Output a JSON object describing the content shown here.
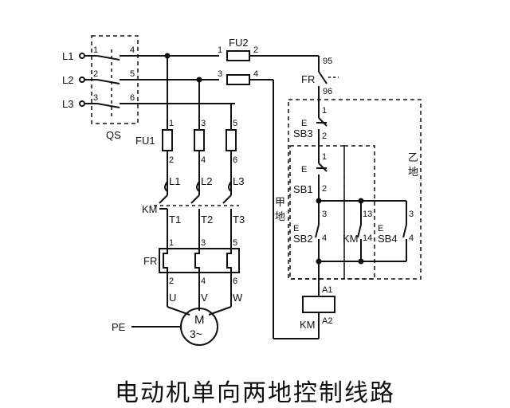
{
  "caption": "电动机单向两地控制线路",
  "labels": {
    "l1": "L1",
    "l2": "L2",
    "l3": "L3",
    "qs": "QS",
    "qs_in1": "1",
    "qs_in2": "2",
    "qs_in3": "3",
    "qs_out4": "4",
    "qs_out5": "5",
    "qs_out6": "6",
    "fu2": "FU2",
    "fu2_1": "1",
    "fu2_2": "2",
    "fu2_3": "3",
    "fu2_4": "4",
    "fr_top": "FR",
    "fr_95": "95",
    "fr_96": "96",
    "fu1": "FU1",
    "fu1_1": "1",
    "fu1_2": "2",
    "fu1_3": "3",
    "fu1_4": "4",
    "fu1_5": "5",
    "fu1_6": "6",
    "km_l1": "L1",
    "km_l2": "L2",
    "km_l3": "L3",
    "km_main": "KM",
    "km_t1": "T1",
    "km_t2": "T2",
    "km_t3": "T3",
    "fr_main": "FR",
    "fr_1": "1",
    "fr_3": "3",
    "fr_5": "5",
    "fr_2": "2",
    "fr_4": "4",
    "fr_6": "6",
    "u": "U",
    "v": "V",
    "w": "W",
    "motor_m": "M",
    "motor_3": "3~",
    "pe": "PE",
    "sb3": "SB3",
    "sb3_1": "1",
    "sb3_2": "2",
    "sb1": "SB1",
    "sb1_1": "1",
    "sb1_2": "2",
    "sb2": "SB2",
    "sb2_3": "3",
    "sb2_4": "4",
    "km_aux": "KM",
    "km_13": "13",
    "km_14": "14",
    "sb4": "SB4",
    "sb4_3": "3",
    "sb4_4": "4",
    "jia": "甲",
    "jia_di": "地",
    "yi": "乙",
    "yi_di": "地",
    "coil_a1": "A1",
    "coil_a2": "A2",
    "coil_km": "KM",
    "e_sb3": "E",
    "e_sb1": "E",
    "e_sb2": "E",
    "e_sb4": "E"
  }
}
